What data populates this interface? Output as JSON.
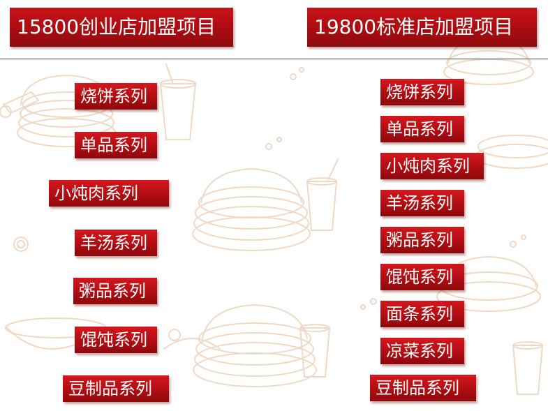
{
  "headers": {
    "left": "15800创业店加盟项目",
    "right": "19800标准店加盟项目"
  },
  "left_items": [
    "烧饼系列",
    "单品系列",
    "小炖肉系列",
    "羊汤系列",
    "粥品系列",
    "馄饨系列",
    "豆制品系列"
  ],
  "right_items": [
    "烧饼系列",
    "单品系列",
    "小炖肉系列",
    "羊汤系列",
    "粥品系列",
    "馄饨系列",
    "面条系列",
    "凉菜系列",
    "豆制品系列"
  ],
  "colors": {
    "box_red": "#b00d12",
    "box_text": "#ffffff",
    "background": "#ffffff",
    "sketch_line": "#efd9c4"
  }
}
